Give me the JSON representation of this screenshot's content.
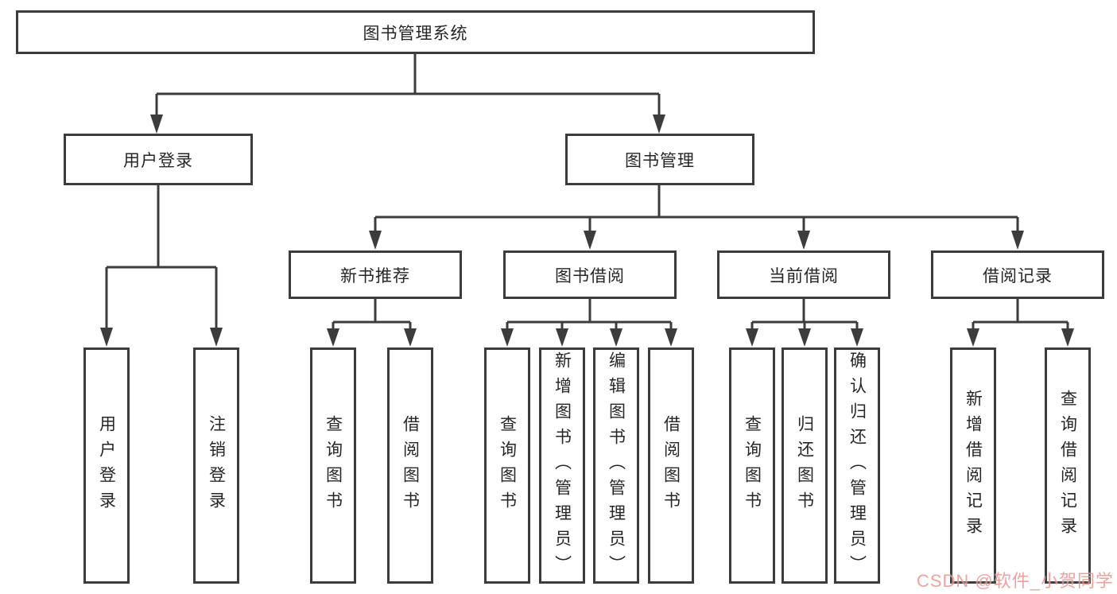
{
  "diagram": {
    "title": "图书管理系统",
    "branches": [
      {
        "label": "用户登录",
        "children": [
          {
            "label": "用户登录"
          },
          {
            "label": "注销登录"
          }
        ]
      },
      {
        "label": "图书管理",
        "children": [
          {
            "label": "新书推荐",
            "children": [
              {
                "label": "查询图书"
              },
              {
                "label": "借阅图书"
              }
            ]
          },
          {
            "label": "图书借阅",
            "children": [
              {
                "label": "查询图书"
              },
              {
                "label": "新增图书（管理员）"
              },
              {
                "label": "编辑图书（管理员）"
              },
              {
                "label": "借阅图书"
              }
            ]
          },
          {
            "label": "当前借阅",
            "children": [
              {
                "label": "查询图书"
              },
              {
                "label": "归还图书"
              },
              {
                "label": "确认归还（管理员）"
              }
            ]
          },
          {
            "label": "借阅记录",
            "children": [
              {
                "label": "新增借阅记录"
              },
              {
                "label": "查询借阅记录"
              }
            ]
          }
        ]
      }
    ]
  },
  "watermark": {
    "text": "CSDN @软件_小贺同学",
    "color": "#f0908e"
  },
  "colors": {
    "line": "#3c3c3c",
    "text": "#262626",
    "background": "#ffffff"
  }
}
